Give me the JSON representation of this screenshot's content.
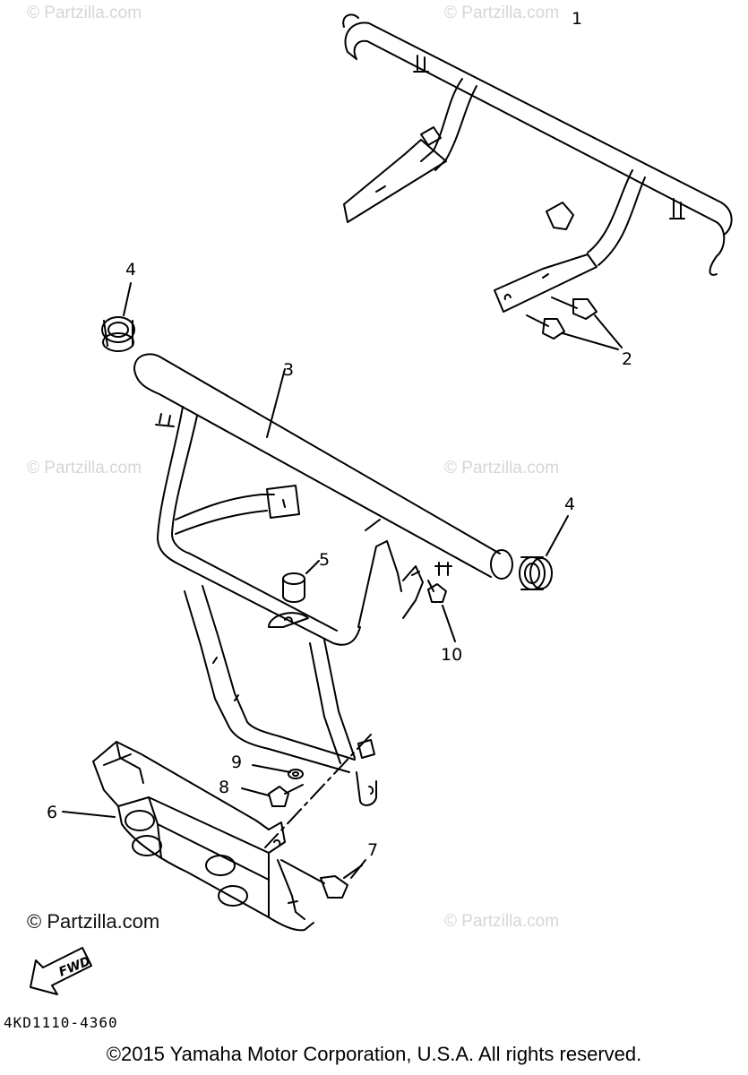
{
  "watermarks": {
    "text": "© Partzilla.com",
    "strong_text": "© Partzilla.com"
  },
  "callouts": [
    "1",
    "2",
    "3",
    "4",
    "4",
    "5",
    "6",
    "7",
    "8",
    "9",
    "10"
  ],
  "fwd_label": "FWD",
  "drawing_code": "4KD1110-4360",
  "copyright": "©2015 Yamaha Motor Corporation, U.S.A. All rights reserved.",
  "colors": {
    "line": "#000000",
    "watermark": "#d6d6d6",
    "background": "#ffffff"
  }
}
